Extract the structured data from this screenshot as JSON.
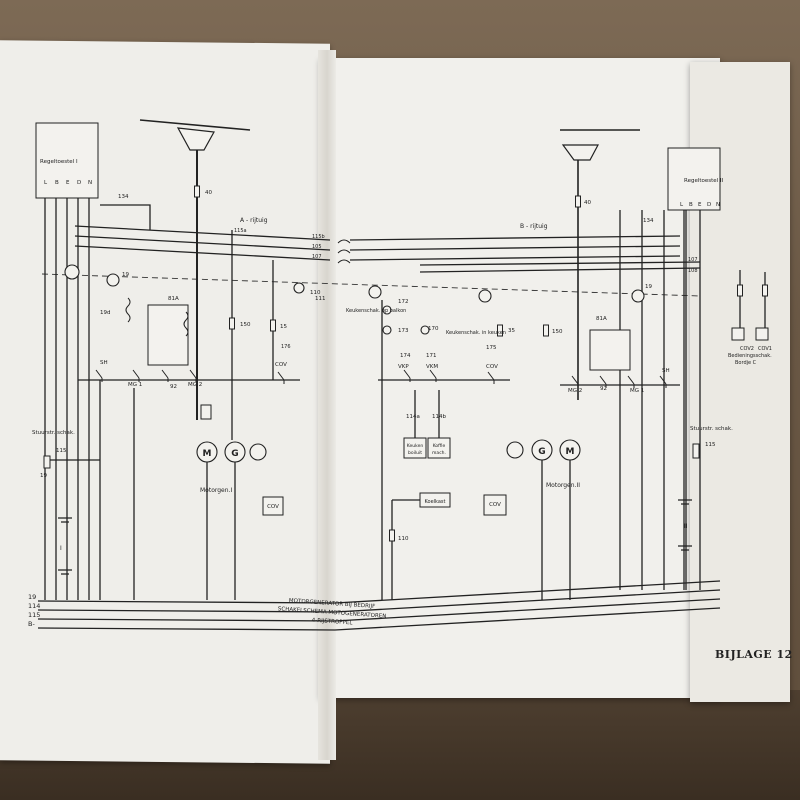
{
  "title_lines": [
    "MOTORGENERATOR BIJ BEDRIJF",
    "SCHAKELSCHEMA MOTOGENERATOREN",
    "4-RIJSTROPPEL"
  ],
  "appendix_label": "BIJLAGE 12",
  "left_unit": {
    "regulator": "Regeltoestel I",
    "regulator_terminals": [
      "L",
      "B",
      "E",
      "D",
      "N"
    ],
    "rail_label": "A - rijtuig",
    "motor_group": "Motorgen.I",
    "steering_switch": "Stuurstr. schak.",
    "battery_label": "I"
  },
  "right_unit": {
    "regulator": "Regeltoestel II",
    "regulator_terminals": [
      "L",
      "B",
      "E",
      "D",
      "N"
    ],
    "rail_label": "B - rijtuig",
    "motor_group": "Motorgen.II",
    "steering_switch": "Stuurstr. schak.",
    "battery_label": "II",
    "control_switch": "Bedieningsschak.",
    "control_board": "Bordje C"
  },
  "center": {
    "kitchen_switch_balcony": "Keukenschak. op balkon",
    "kitchen_switch_kitchen": "Keukenschak. in keuken",
    "kitchen_boiler": "Keuken boiluit",
    "coffee_machine": "Koffie mach.",
    "cool_box": "Koelkast"
  },
  "wire_numbers": {
    "bus_top": [
      "115b",
      "105",
      "107",
      "108"
    ],
    "bus_bottom": [
      "19",
      "114",
      "115",
      "B-"
    ],
    "left": [
      "134",
      "40",
      "115a",
      "150",
      "15",
      "176",
      "19",
      "19d",
      "81A",
      "92",
      "115"
    ],
    "right": [
      "134",
      "40",
      "150",
      "35",
      "81A",
      "92",
      "19",
      "115"
    ],
    "center": [
      "110",
      "111",
      "172",
      "173",
      "170",
      "174",
      "171",
      "175",
      "114a",
      "114b",
      "110"
    ]
  },
  "component_labels": {
    "motor": "M",
    "generator": "G",
    "sh": "SH",
    "mg1": "MG 1",
    "mg2": "MG 2",
    "cov": "COV",
    "cov1": "COV1",
    "cov2": "COV2",
    "vkp": "VKP",
    "vkm": "VKM"
  }
}
